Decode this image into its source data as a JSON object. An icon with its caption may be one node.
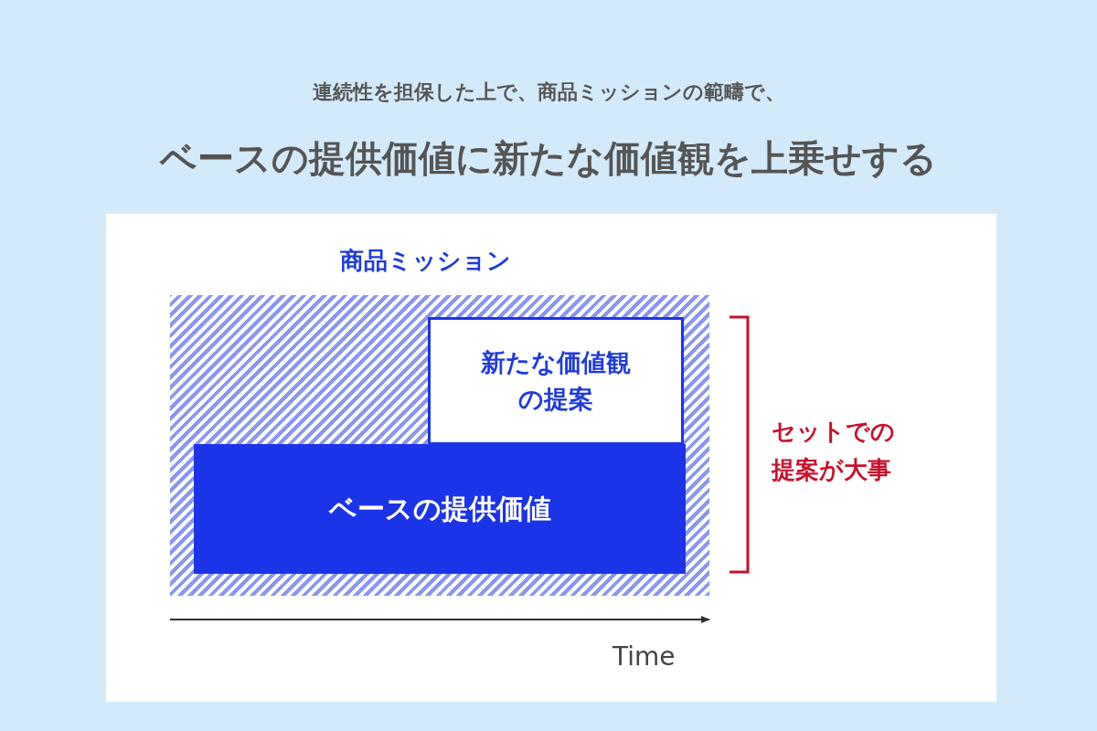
{
  "diagram": {
    "title": "ベースの提供価値に新たな価値観を上乗せする",
    "nodes": [
      {
        "text": [
          "商品ミッション"
        ]
      },
      {
        "text": [
          "新たな価値観の提案"
        ],
        "in": 0
      },
      {
        "text": [
          "ベースの提供価値"
        ],
        "in": 0
      }
    ],
    "labels": [
      "連続性を担保した上で、商品ミッションの範疇で、",
      "セットでの提案が大事",
      "Time"
    ]
  }
}
